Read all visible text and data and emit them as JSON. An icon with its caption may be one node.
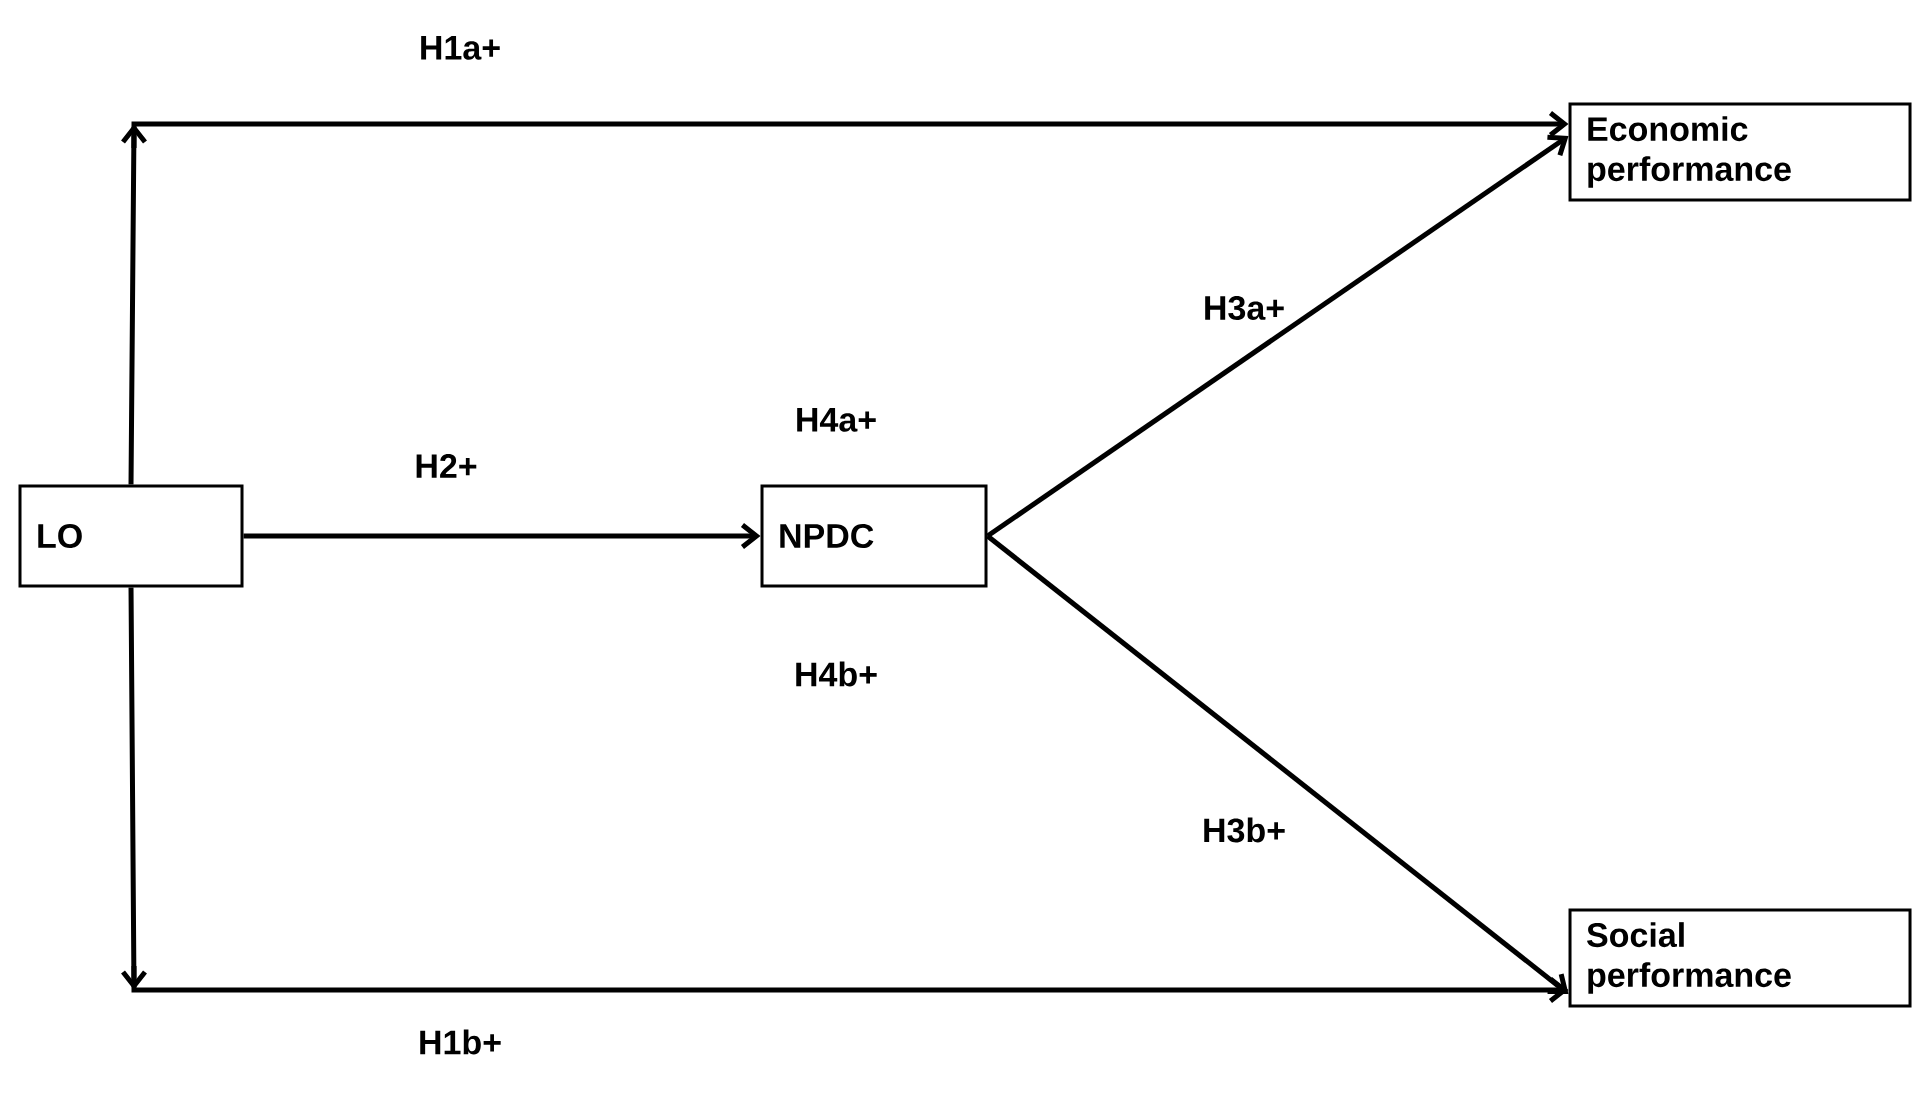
{
  "diagram": {
    "nodes": [
      {
        "text": [
          "LO"
        ]
      },
      {
        "text": [
          "NPDC"
        ]
      },
      {
        "text": [
          "Economic performance"
        ]
      },
      {
        "text": [
          "Social performance"
        ]
      }
    ],
    "edges": [
      {
        "from": 0,
        "to": 2,
        "arrow": "to",
        "label": "H1a+"
      },
      {
        "from": 0,
        "to": 1,
        "arrow": "to",
        "label": "H2+"
      },
      {
        "from": 1,
        "to": 2,
        "arrow": "to",
        "label": "H3a+"
      },
      {
        "from": 1,
        "to": 3,
        "arrow": "to",
        "label": "H3b+"
      },
      {
        "from": 0,
        "to": 3,
        "arrow": "to",
        "label": "H1b+"
      }
    ],
    "labels": [
      "H4a+",
      "H4b+"
    ]
  }
}
